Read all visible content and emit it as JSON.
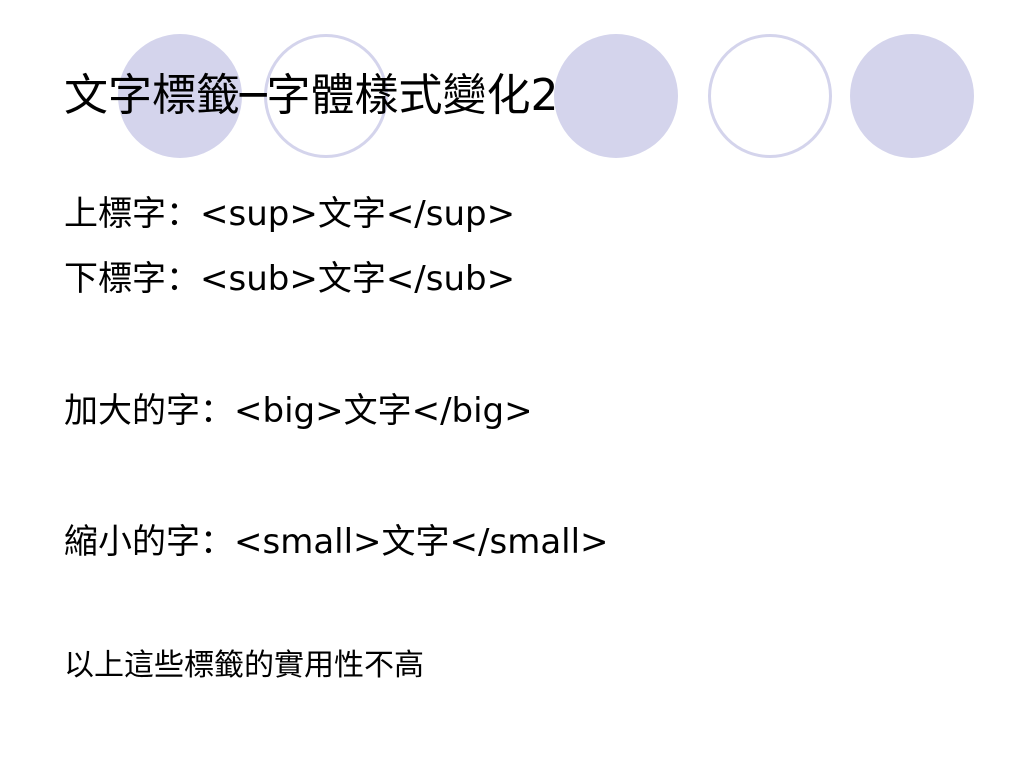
{
  "slide": {
    "title": "文字標籤─字體樣式變化2",
    "lines": [
      "上標字：<sup>文字</sup>",
      "下標字：<sub>文字</sub>",
      "加大的字：<big>文字</big>",
      "縮小的字：<small>文字</small>",
      "以上這些標籤的實用性不高"
    ]
  },
  "colors": {
    "circle": "#d4d4ec",
    "text": "#000000",
    "background": "#ffffff"
  }
}
